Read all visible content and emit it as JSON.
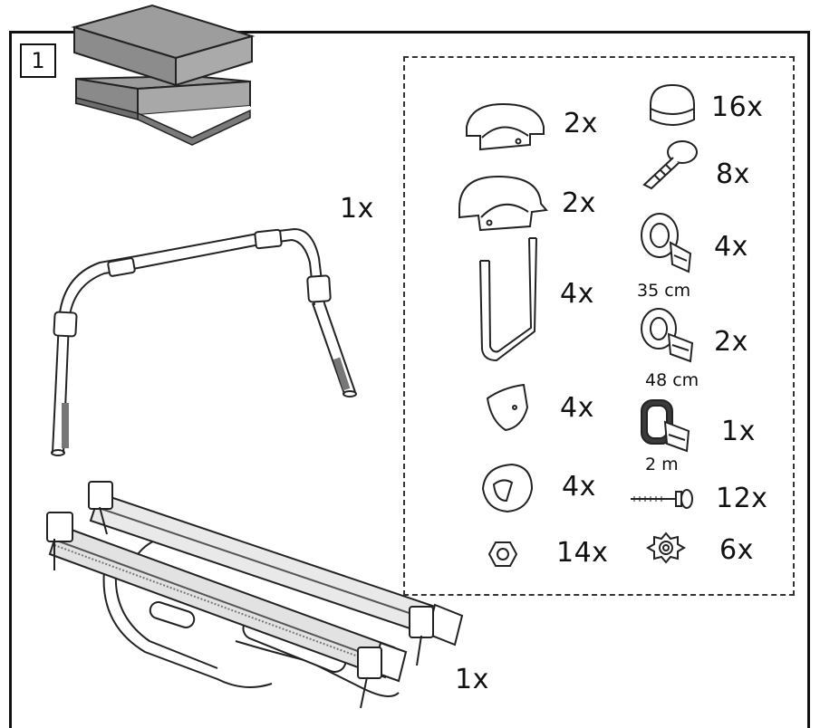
{
  "step": {
    "number": "1"
  },
  "main_parts": {
    "frame_qty": "1x",
    "rails_qty": "1x"
  },
  "small_parts": [
    {
      "id": "clamp-small",
      "qty": "2x"
    },
    {
      "id": "clamp-large",
      "qty": "2x"
    },
    {
      "id": "u-bolt",
      "qty": "4x"
    },
    {
      "id": "shim",
      "qty": "4x"
    },
    {
      "id": "cradle",
      "qty": "4x"
    },
    {
      "id": "nut",
      "qty": "14x"
    },
    {
      "id": "cap",
      "qty": "16x"
    },
    {
      "id": "screw",
      "qty": "8x"
    },
    {
      "id": "strap-35",
      "qty": "4x",
      "length": "35 cm"
    },
    {
      "id": "strap-48",
      "qty": "2x",
      "length": "48 cm"
    },
    {
      "id": "strap-2m",
      "qty": "1x",
      "length": "2 m"
    },
    {
      "id": "bolt",
      "qty": "12x"
    },
    {
      "id": "knob",
      "qty": "6x"
    }
  ]
}
